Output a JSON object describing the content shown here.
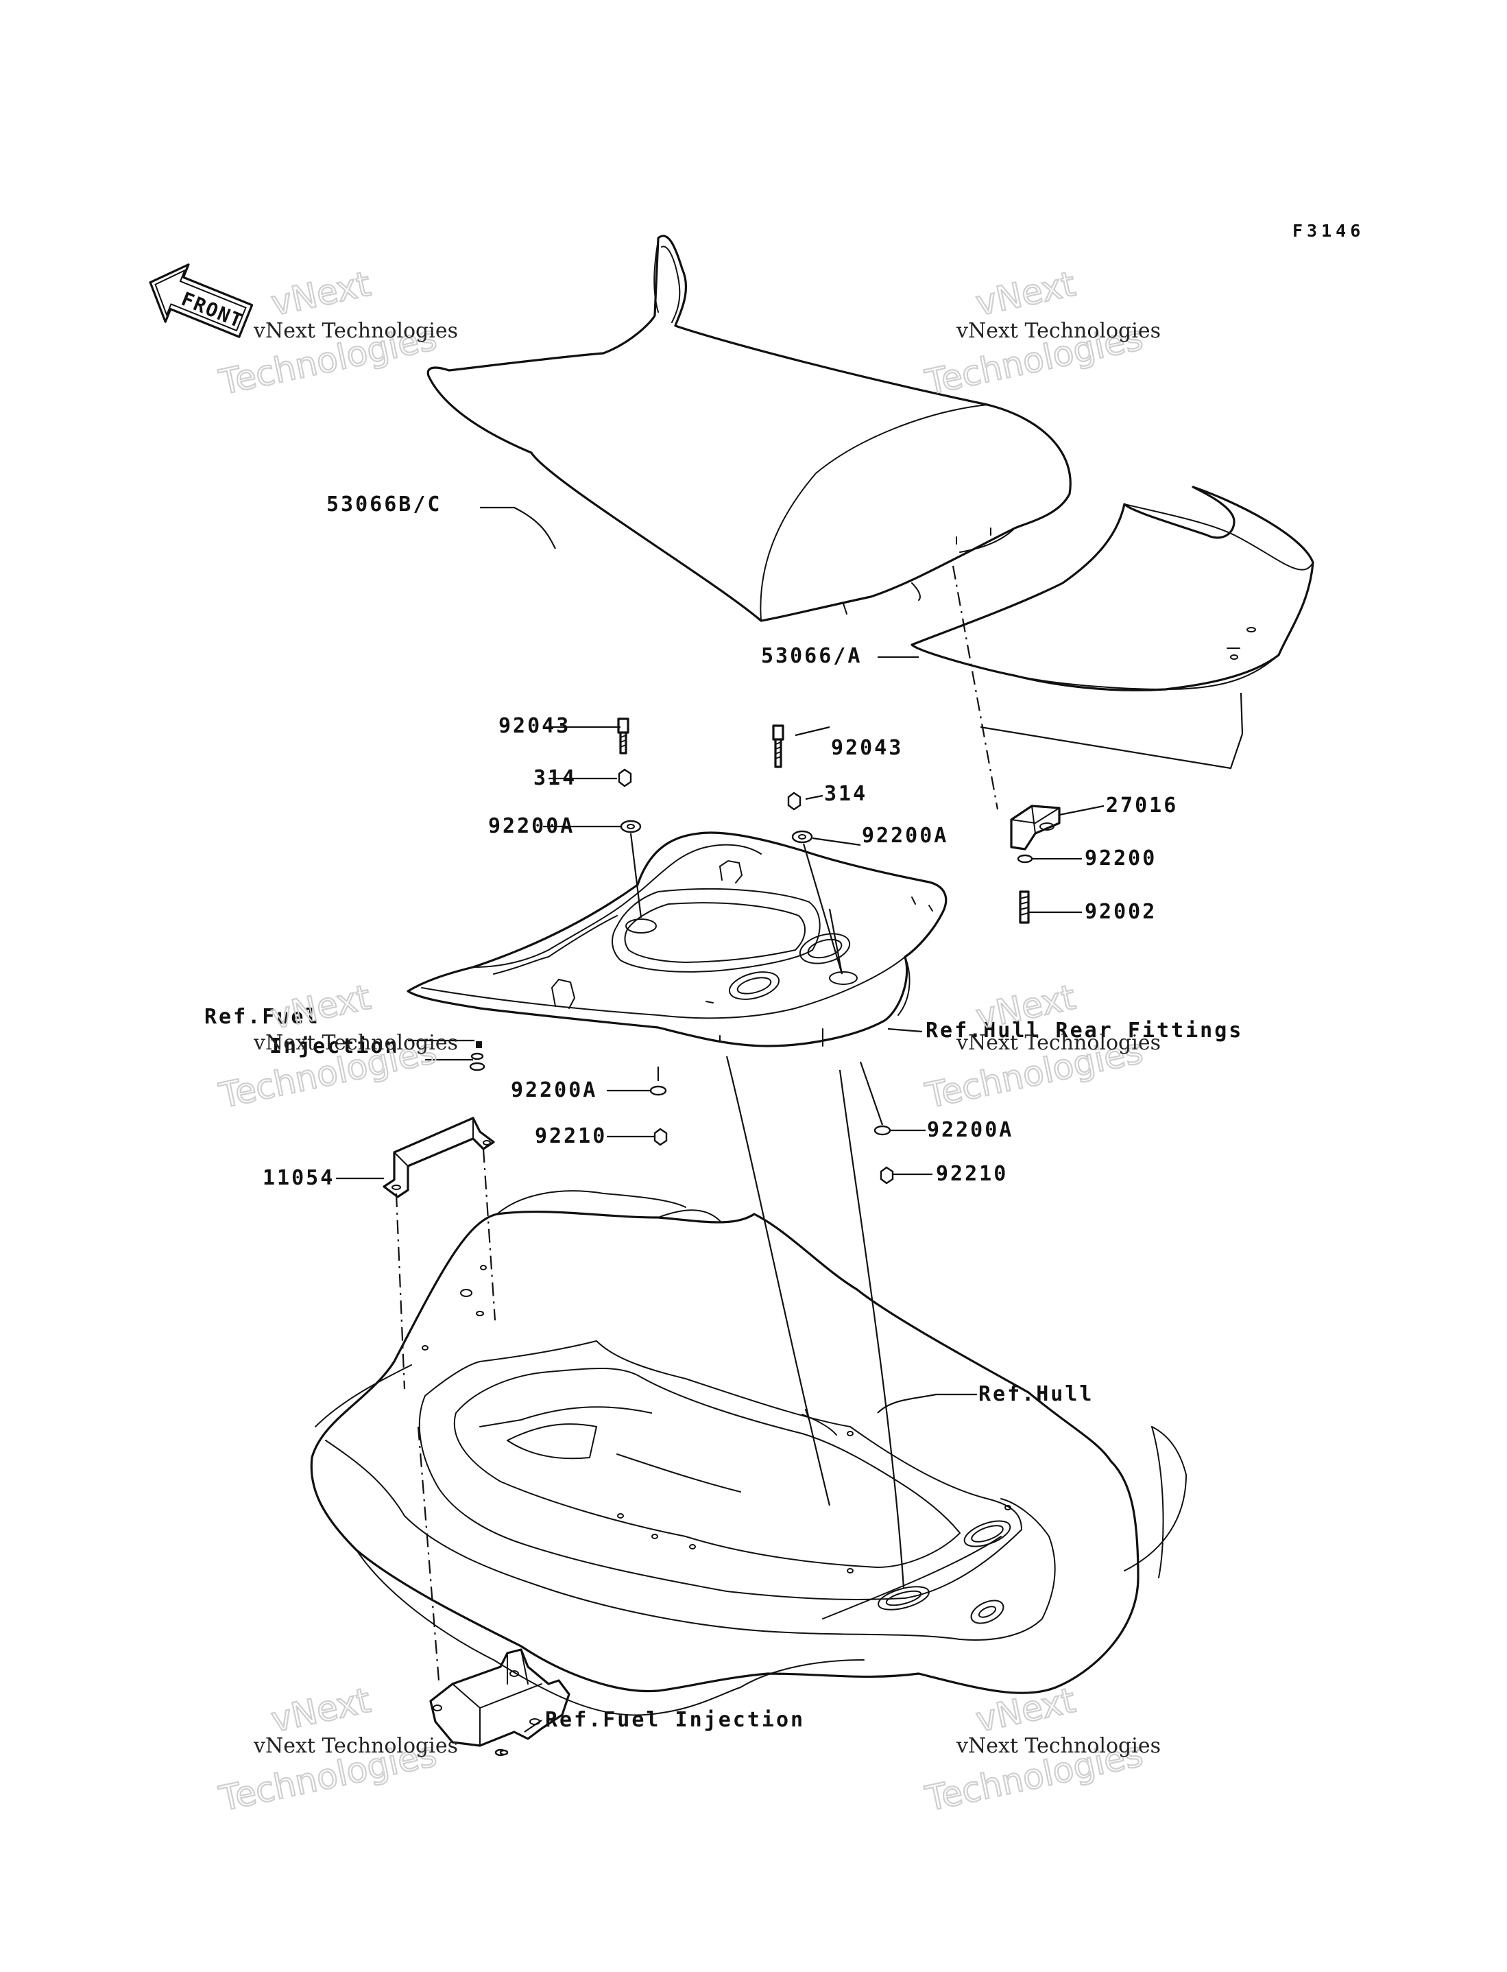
{
  "figure_code": "F3146",
  "front_arrow": {
    "label": "FRONT",
    "icon": "front-direction-arrow-icon"
  },
  "watermark": {
    "line1": "vNext Technologies",
    "line2": "vNext",
    "line3": "Technologies"
  },
  "labels": {
    "seat_front": "53066B/C",
    "seat_rear": "53066/A",
    "bolt_left": "92043",
    "nut_left": "314",
    "washer_left": "92200A",
    "bolt_right": "92043",
    "nut_right": "314",
    "washer_right": "92200A",
    "stay": "27016",
    "washer_stay": "92200",
    "bolt_stay": "92002",
    "ref_fuel_1": "Ref.Fuel",
    "ref_fuel_2": "Injection",
    "ref_hull_rear": "Ref.Hull Rear Fittings",
    "washer_lower_left": "92200A",
    "nut_lower_left": "92210",
    "washer_lower_right": "92200A",
    "nut_lower_right": "92210",
    "bracket": "11054",
    "ref_hull": "Ref.Hull",
    "ref_fuel_injection": "Ref.Fuel Injection"
  }
}
